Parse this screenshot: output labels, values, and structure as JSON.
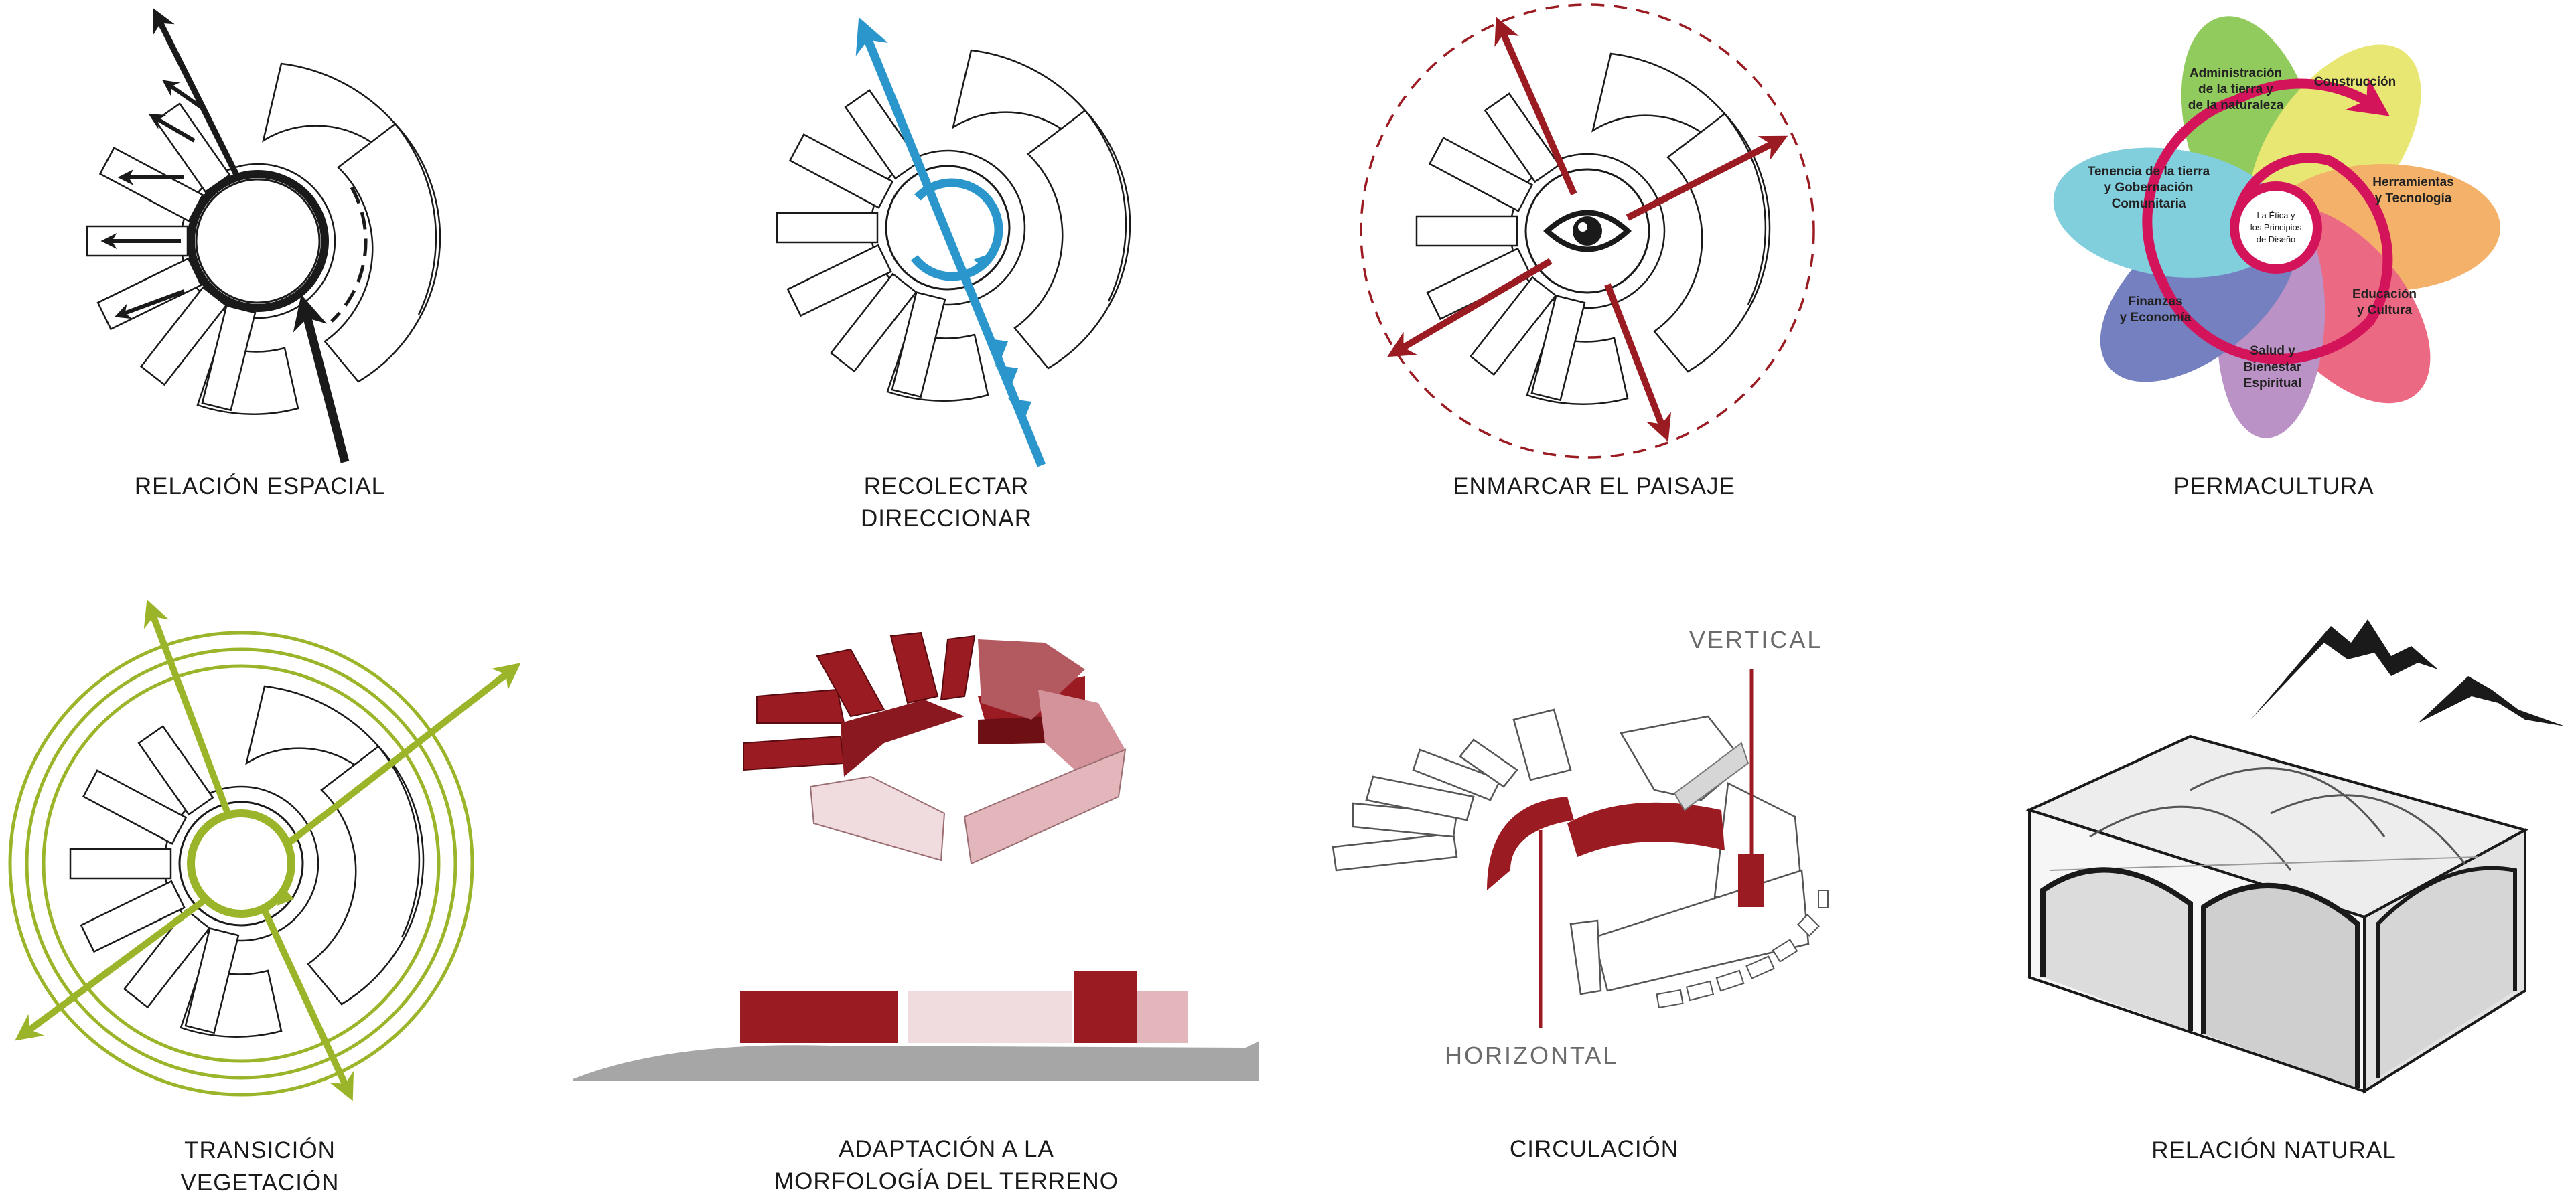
{
  "panels": [
    {
      "id": "relacion-espacial",
      "caption": [
        "RELACIÓN ESPACIAL"
      ]
    },
    {
      "id": "recolectar",
      "caption": [
        "RECOLECTAR",
        "DIRECCIONAR"
      ]
    },
    {
      "id": "enmarcar",
      "caption": [
        "ENMARCAR EL PAISAJE"
      ]
    },
    {
      "id": "permacultura",
      "caption": [
        "PERMACULTURA"
      ]
    },
    {
      "id": "transicion",
      "caption": [
        "TRANSICIÓN",
        "VEGETACIÓN"
      ]
    },
    {
      "id": "adaptacion",
      "caption": [
        "ADAPTACIÓN A LA",
        "MORFOLOGÍA DEL TERRENO"
      ]
    },
    {
      "id": "circulacion",
      "caption": [
        "CIRCULACIÓN"
      ]
    },
    {
      "id": "relacion-natural",
      "caption": [
        "RELACIÓN NATURAL"
      ]
    }
  ],
  "circulacion_labels": {
    "vertical": "VERTICAL",
    "horizontal": "HORIZONTAL"
  },
  "permacultura_flower": {
    "center": [
      "La Ética y",
      "los Principios",
      "de Diseño"
    ],
    "petals": [
      {
        "lines": [
          "Administración",
          "de la tierra y",
          "de la naturaleza"
        ],
        "color": "#7fc241"
      },
      {
        "lines": [
          "Construcción"
        ],
        "color": "#e4e35b"
      },
      {
        "lines": [
          "Herramientas",
          "y Tecnología"
        ],
        "color": "#f2a44f"
      },
      {
        "lines": [
          "Educación",
          "y Cultura"
        ],
        "color": "#e8506e"
      },
      {
        "lines": [
          "Salud y",
          "Bienestar",
          "Espiritual"
        ],
        "color": "#b07fbd"
      },
      {
        "lines": [
          "Finanzas",
          "y Economía"
        ],
        "color": "#5c6bb5"
      },
      {
        "lines": [
          "Tenencia de la tierra",
          "y Gobernación",
          "Comunitaria"
        ],
        "color": "#6cc6d6"
      }
    ]
  },
  "colors": {
    "ink": "#1a1a1a",
    "blue": "#2a96cc",
    "red": "#9b1b22",
    "green": "#9bb52a",
    "pink": "#e9c8cd",
    "magenta": "#d4145a",
    "gray": "#a6a6a6"
  }
}
